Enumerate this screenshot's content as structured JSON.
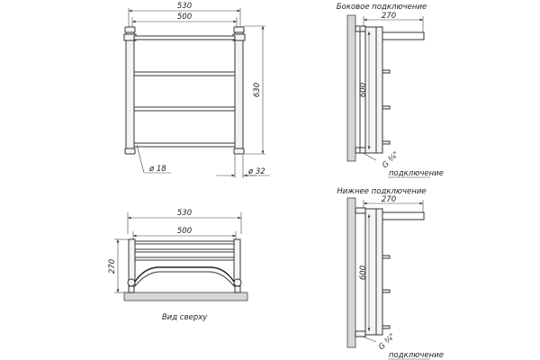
{
  "front_view": {
    "dim_width_outer": "530",
    "dim_width_inner": "500",
    "dim_height": "630",
    "dim_pipe_diameter": "ø 18",
    "dim_post_diameter": "ø 32"
  },
  "top_view": {
    "dim_width_outer": "530",
    "dim_width_inner": "500",
    "dim_depth": "270",
    "caption": "Вид сверху"
  },
  "side_connection": {
    "title": "Боковое подключение",
    "dim_depth": "270",
    "dim_height": "600",
    "thread_label": "G ¾\"",
    "thread_caption": "подключение"
  },
  "bottom_connection": {
    "title": "Нижнее подключение",
    "dim_depth": "270",
    "dim_height": "600",
    "thread_label": "G ¾\"",
    "thread_caption": "подключение"
  },
  "colors": {
    "line": "#333333",
    "wall": "#d6d6d6",
    "paper": "#ffffff"
  }
}
